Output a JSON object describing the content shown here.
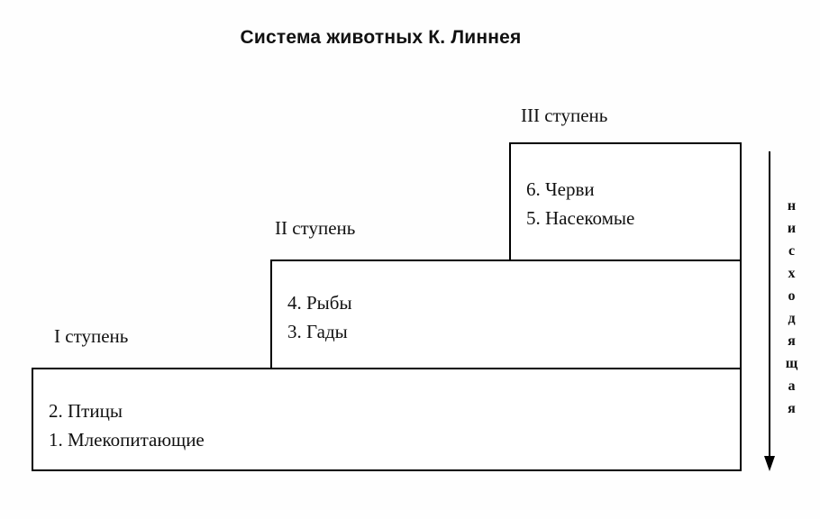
{
  "title": "Система животных К. Линнея",
  "steps": [
    {
      "label": "I ступень",
      "items": [
        "2. Птицы",
        "1. Млекопитающие"
      ]
    },
    {
      "label": "II ступень",
      "items": [
        "4. Рыбы",
        "3. Гады"
      ]
    },
    {
      "label": "III ступень",
      "items": [
        "6. Черви",
        "5. Насекомые"
      ]
    }
  ],
  "arrow": {
    "label": "нисходящая",
    "direction": "down"
  },
  "colors": {
    "background": "#ffffff",
    "line": "#000000",
    "text": "#111111"
  }
}
